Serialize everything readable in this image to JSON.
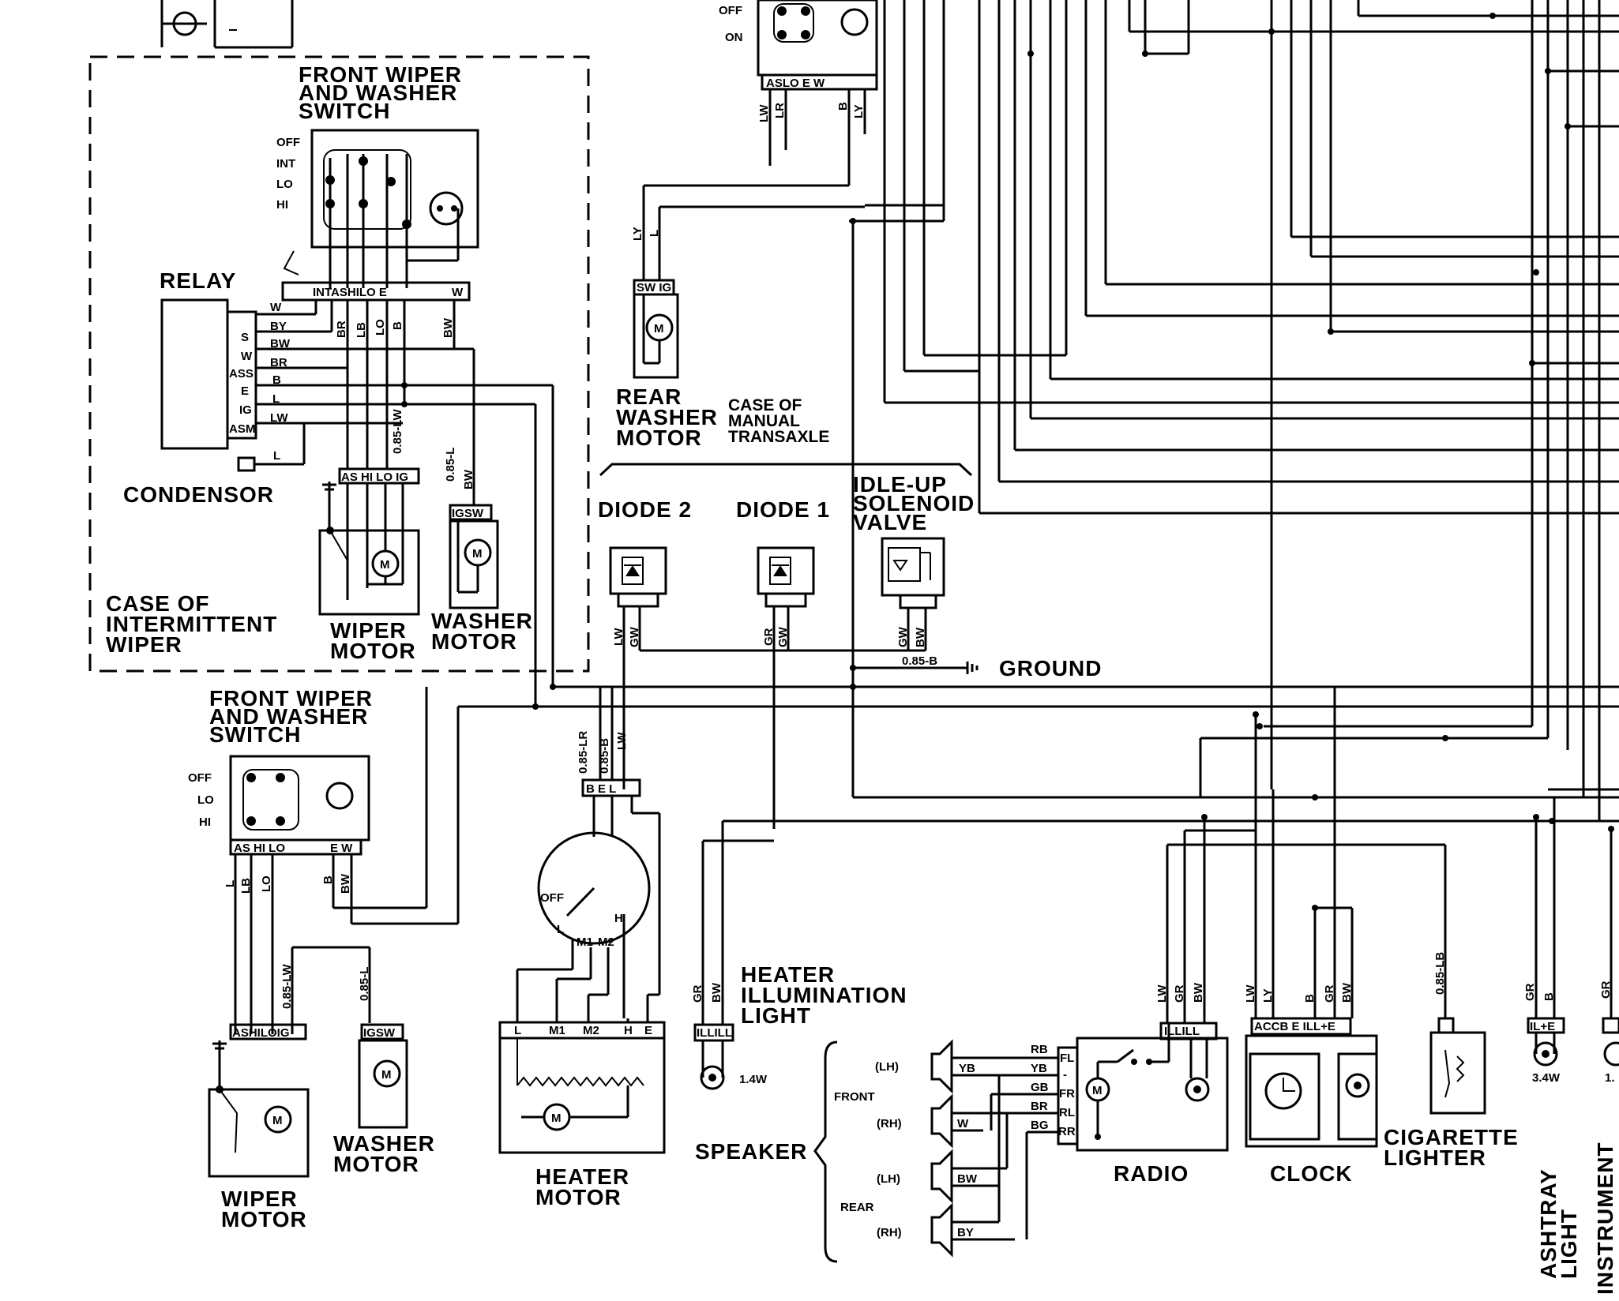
{
  "labels": {
    "front_wiper_washer_switch_1": "FRONT WIPER",
    "front_wiper_washer_switch_2": "AND WASHER",
    "front_wiper_washer_switch_3": "SWITCH",
    "relay": "RELAY",
    "condensor": "CONDENSOR",
    "case_intermittent_1": "CASE OF",
    "case_intermittent_2": "INTERMITTENT",
    "case_intermittent_3": "WIPER",
    "wiper_motor_1": "WIPER",
    "wiper_motor_2": "MOTOR",
    "washer_motor_1": "WASHER",
    "washer_motor_2": "MOTOR",
    "rear_washer_motor_1": "REAR",
    "rear_washer_motor_2": "WASHER",
    "rear_washer_motor_3": "MOTOR",
    "case_manual_1": "CASE OF",
    "case_manual_2": "MANUAL",
    "case_manual_3": "TRANSAXLE",
    "diode2": "DIODE 2",
    "diode1": "DIODE 1",
    "idle_up_1": "IDLE-UP",
    "idle_up_2": "SOLENOID",
    "idle_up_3": "VALVE",
    "ground": "GROUND",
    "heater_illum_1": "HEATER",
    "heater_illum_2": "ILLUMINATION",
    "heater_illum_3": "LIGHT",
    "heater_motor_1": "HEATER",
    "heater_motor_2": "MOTOR",
    "speaker": "SPEAKER",
    "front": "FRONT",
    "rear": "REAR",
    "lh": "(LH)",
    "rh": "(RH)",
    "radio": "RADIO",
    "clock": "CLOCK",
    "cigarette_1": "CIGARETTE",
    "cigarette_2": "LIGHTER",
    "ashtray_1": "ASHTRAY",
    "ashtray_2": "LIGHT",
    "instrument": "INSTRUMENT",
    "watt_heater": "1.4W",
    "watt_ashtray": "3.4W",
    "watt_edge": "1."
  },
  "switch_positions": {
    "top_left_off": "OFF",
    "top_left_on": "ON",
    "intermittent": [
      "OFF",
      "INT",
      "LO",
      "HI"
    ],
    "normal": [
      "OFF",
      "LO",
      "HI"
    ],
    "heater_off": "OFF"
  },
  "terminals": {
    "rear_switch": "ASLO    E W",
    "int_switch_left": "INTASHILO E",
    "int_switch_right": "W",
    "normal_switch": "AS HI LO",
    "normal_switch_right": "E W",
    "wiper_motor_int": "AS HI LO IG",
    "wiper_motor_normal": "ASHILOIG",
    "washer_motor": "IGSW",
    "rear_washer": "SW IG",
    "heater_switch": "B E L",
    "heater_motor": [
      "L",
      "M1",
      "M2",
      "H",
      "E"
    ],
    "heater_switch_contacts": [
      "L",
      "M1",
      "M2",
      "H"
    ],
    "heater_illum": "ILLILL",
    "radio": "ILLILL",
    "clock": "ACCB  E ILL+E",
    "ashtray": "IL+E",
    "relay_pins": [
      "S",
      "W",
      "ASS",
      "E",
      "IG",
      "ASM"
    ],
    "radio_speaker_pins": [
      "FL",
      "-",
      "FR",
      "RL",
      "RR"
    ]
  },
  "wires": {
    "W": "W",
    "BY": "BY",
    "BW": "BW",
    "BR": "BR",
    "B": "B",
    "L": "L",
    "LW": "LW",
    "LB": "LB",
    "LO": "LO",
    "LY": "LY",
    "LR": "LR",
    "GR": "GR",
    "GW": "GW",
    "RB": "RB",
    "YB": "YB",
    "GB": "GB",
    "BG": "BG",
    "BY_SPK": "BY",
    "BW_SPK": "BW",
    "W_SPK": "W",
    "YB_SPK": "YB",
    "w085_LW": "0.85-LW",
    "w085_L": "0.85-L",
    "w085_B": "0.85-B",
    "w085_LR": "0.85-LR",
    "w085_LB": "0.85-LB"
  }
}
